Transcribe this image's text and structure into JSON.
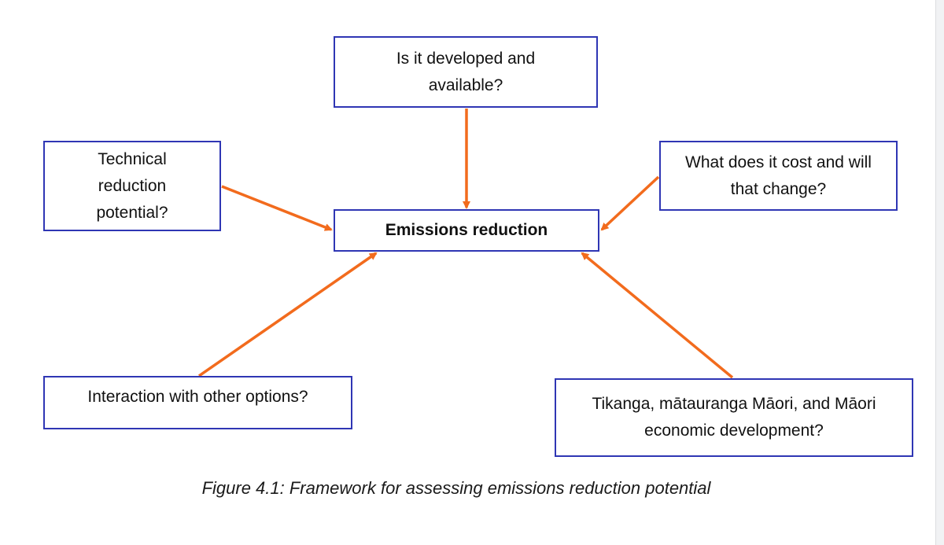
{
  "diagram": {
    "center": {
      "label": "Emissions reduction"
    },
    "inputs": {
      "top": {
        "label": "Is it developed and available?"
      },
      "left": {
        "label": "Technical reduction potential?"
      },
      "right": {
        "label": "What does it cost and will that change?"
      },
      "bottom_left": {
        "label": "Interaction with other options?"
      },
      "bottom_right": {
        "label": "Tikanga, mātauranga Māori, and Māori economic development?"
      }
    },
    "caption": "Figure 4.1: Framework for assessing emissions reduction potential"
  },
  "colors": {
    "box_border": "#2f36b4",
    "arrow": "#f26b1d",
    "text": "#111111"
  }
}
